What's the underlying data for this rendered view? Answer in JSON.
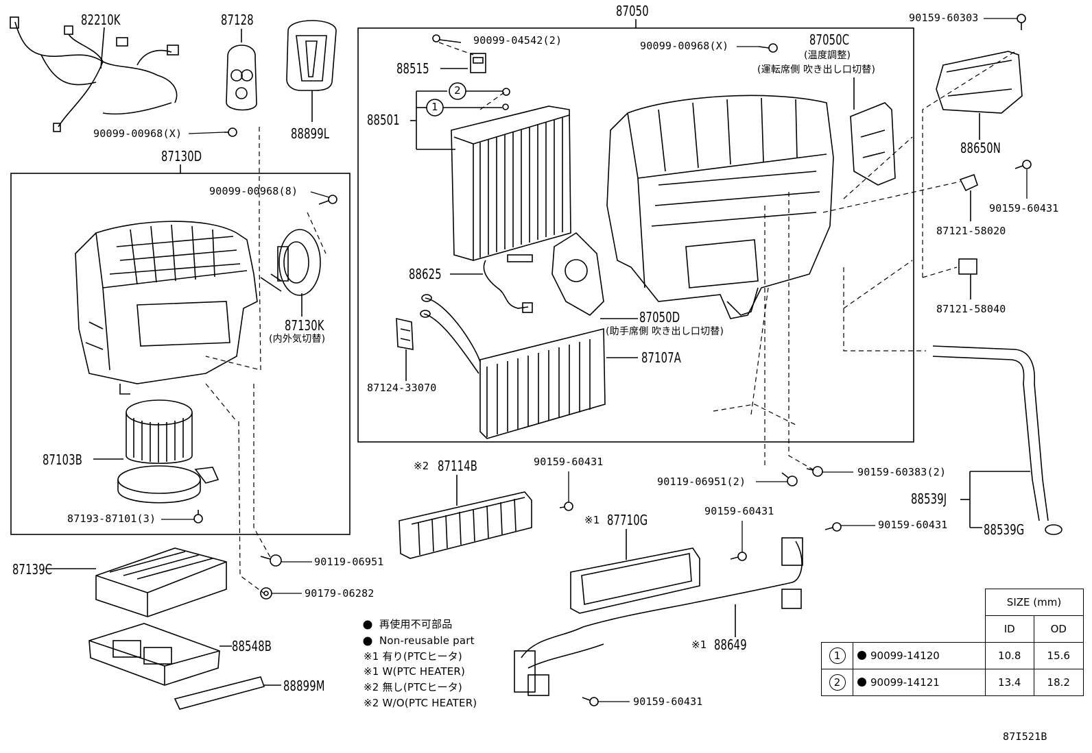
{
  "labels": {
    "p82210K": "82210K",
    "p87128": "87128",
    "p88899L": "88899L",
    "p90099_00968X_a": "90099-00968(X)",
    "p87130D": "87130D",
    "p90099_00968_8": "90099-00968(8)",
    "p87130K": "87130K",
    "p87130K_sub": "(内外気切替)",
    "p87103B": "87103B",
    "p87193": "87193-87101(3)",
    "p87050": "87050",
    "p90099_04542": "90099-04542(2)",
    "p88515": "88515",
    "p88501": "88501",
    "p90099_00968X_b": "90099-00968(X)",
    "p87050C": "87050C",
    "p87050C_sub1": "(温度調整)",
    "p87050C_sub2": "(運転席側 吹き出し口切替)",
    "p88625": "88625",
    "p87050D": "87050D",
    "p87050D_sub": "(助手席側 吹き出し口切替)",
    "p87107A": "87107A",
    "p87124": "87124-33070",
    "p90159_60303": "90159-60303",
    "p88650N": "88650N",
    "p90159_60431_a": "90159-60431",
    "p87121_58020": "87121-58020",
    "p87121_58040": "87121-58040",
    "p87114B": "87114B",
    "p87114B_mark": "※2",
    "p90159_60431_b": "90159-60431",
    "p90119_06951_2": "90119-06951(2)",
    "p90159_60383": "90159-60383(2)",
    "p88539J": "88539J",
    "p88539G": "88539G",
    "p87710G": "87710G",
    "p87710G_mark": "※1",
    "p90159_60431_c": "90159-60431",
    "p90159_60431_d": "90159-60431",
    "p90119_06951": "90119-06951",
    "p87139C": "87139C",
    "p90179_06282": "90179-06282",
    "p88548B": "88548B",
    "p88899M": "88899M",
    "p88649": "88649",
    "p88649_mark": "※1",
    "p90159_60431_e": "90159-60431",
    "diagram_id": "87I521B",
    "callout1": "1",
    "callout2": "2"
  },
  "notes": [
    "再使用不可部品",
    "Non-reusable part",
    "※1 有り(PTCヒータ)",
    "※1 W(PTC HEATER)",
    "※2 無し(PTCヒータ)",
    "※2 W/O(PTC HEATER)"
  ],
  "size_table": {
    "title": "SIZE (mm)",
    "col_id": "ID",
    "col_od": "OD",
    "rows": [
      {
        "ref": "1",
        "part": "90099-14120",
        "id": "10.8",
        "od": "15.6"
      },
      {
        "ref": "2",
        "part": "90099-14121",
        "id": "13.4",
        "od": "18.2"
      }
    ]
  }
}
